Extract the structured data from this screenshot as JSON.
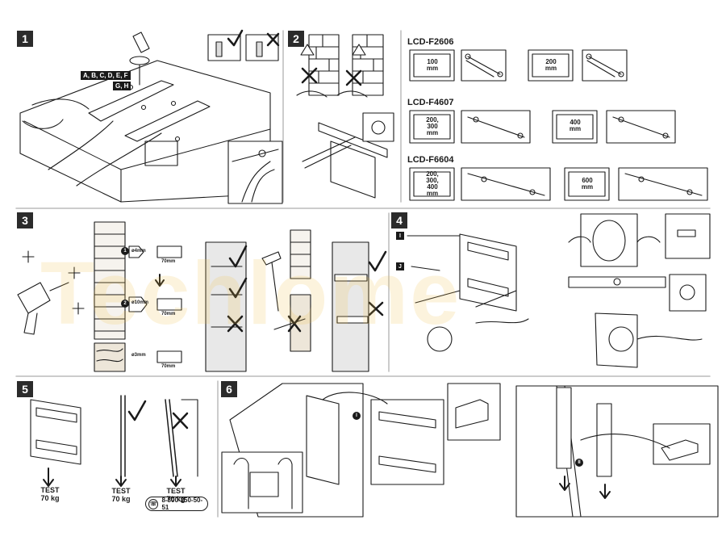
{
  "steps": [
    "1",
    "2",
    "3",
    "4",
    "5",
    "6"
  ],
  "step1": {
    "callout_a": "A, B, C, D, E, F",
    "callout_b": "G, H"
  },
  "step2": {
    "models": [
      {
        "name": "LCD-F2606",
        "sizes": [
          [
            "100",
            "mm"
          ],
          [
            "200",
            "mm"
          ]
        ]
      },
      {
        "name": "LCD-F4607",
        "sizes": [
          [
            "200,",
            "300",
            "mm"
          ],
          [
            "400",
            "mm"
          ]
        ]
      },
      {
        "name": "LCD-F6604",
        "sizes": [
          [
            "200,",
            "300,",
            "400",
            "mm"
          ],
          [
            "600",
            "mm"
          ]
        ]
      }
    ]
  },
  "step3": {
    "d1": "ø4mm",
    "d2": "ø10mm",
    "d3": "ø3mm",
    "depth": "70mm",
    "n1": "1",
    "n2": "2"
  },
  "step4": {
    "part_i": "I",
    "part_j": "J"
  },
  "step5": {
    "test": "TEST",
    "load": "70 kg",
    "phone": "8-800-250-50-51"
  },
  "step6": {
    "mark_i": "I",
    "mark_ii": "II"
  },
  "watermark": "Techlome",
  "colors": {
    "ink": "#1a1a1a",
    "check": "#1a1a1a",
    "wood": "#e9e2d5",
    "brick": "#f2efe8"
  }
}
